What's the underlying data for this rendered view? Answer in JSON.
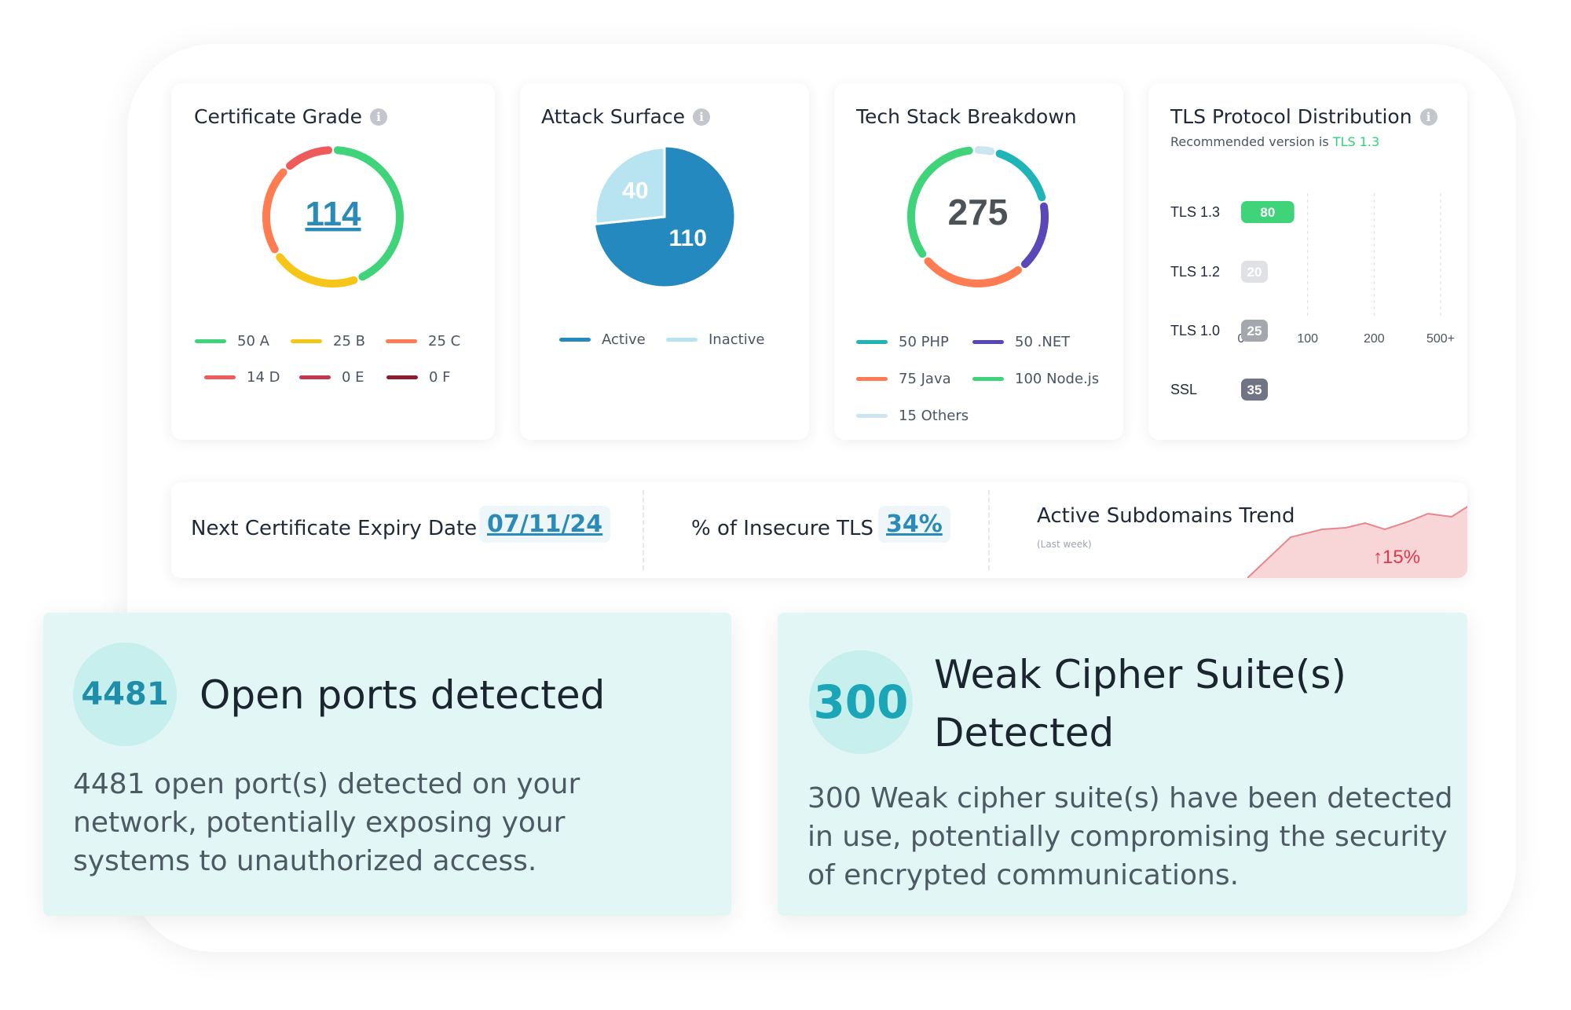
{
  "certificate_grade": {
    "title": "Certificate Grade",
    "total": "114",
    "legend": [
      {
        "label": "50 A",
        "value": 50,
        "color": "#3fd47a"
      },
      {
        "label": "25 B",
        "value": 25,
        "color": "#f5c518"
      },
      {
        "label": "25 C",
        "value": 25,
        "color": "#ff7b52"
      },
      {
        "label": "14 D",
        "value": 14,
        "color": "#ef5a5a"
      },
      {
        "label": "0 E",
        "value": 0,
        "color": "#c2394f"
      },
      {
        "label": "0 F",
        "value": 0,
        "color": "#8b1e2e"
      }
    ]
  },
  "attack_surface": {
    "title": "Attack Surface",
    "slices": [
      {
        "label": "Active",
        "value": 110,
        "text": "110",
        "color": "#2389bf"
      },
      {
        "label": "Inactive",
        "value": 40,
        "text": "40",
        "color": "#b8e4f2"
      }
    ]
  },
  "tech_stack": {
    "title": "Tech Stack Breakdown",
    "total": "275",
    "legend": [
      {
        "label": "50 PHP",
        "value": 50,
        "color": "#1fb5b8"
      },
      {
        "label": "50 .NET",
        "value": 50,
        "color": "#5b47b8"
      },
      {
        "label": "75 Java",
        "value": 75,
        "color": "#ff7b52"
      },
      {
        "label": "100 Node.js",
        "value": 100,
        "color": "#3fd47a"
      },
      {
        "label": "15 Others",
        "value": 15,
        "color": "#cde4f1"
      }
    ]
  },
  "tls": {
    "title": "TLS Protocol Distribution",
    "subtitle_prefix": "Recommended version is",
    "subtitle_highlight": "TLS 1.3",
    "highlight_color": "#2fd27a",
    "x_ticks": [
      "0",
      "100",
      "200",
      "500+"
    ],
    "chart_data": {
      "type": "bar",
      "orientation": "horizontal",
      "categories": [
        "TLS 1.3",
        "TLS 1.2",
        "TLS 1.0",
        "SSL"
      ],
      "values": [
        80,
        20,
        25,
        35
      ],
      "labels": [
        "80",
        "20",
        "25",
        "35"
      ],
      "colors": [
        "#3fd47a",
        "#dfe1e5",
        "#a4a7ad",
        "#6f7585"
      ],
      "xlim": [
        0,
        500
      ],
      "grid": true
    }
  },
  "summary": {
    "expiry_label": "Next Certificate Expiry Date",
    "expiry_value": "07/11/24",
    "insecure_label": "% of Insecure TLS",
    "insecure_value": "34%",
    "trend_title": "Active Subdomains Trend",
    "trend_sub": "(Last week)",
    "trend_change": "15%",
    "trend_color": "#f8d6d8",
    "trend_line_color": "#e7868d"
  },
  "open_ports": {
    "count": "4481",
    "title": "Open ports detected",
    "description_lines": [
      "4481 open port(s) detected on your",
      "network, potentially exposing your",
      "systems to unauthorized access."
    ]
  },
  "weak_cipher": {
    "count": "300",
    "title_lines": [
      "Weak Cipher Suite(s)",
      "Detected"
    ],
    "description_lines": [
      "300 Weak cipher suite(s) have been detected",
      "in use, potentially compromising the security",
      "of encrypted communications."
    ]
  }
}
